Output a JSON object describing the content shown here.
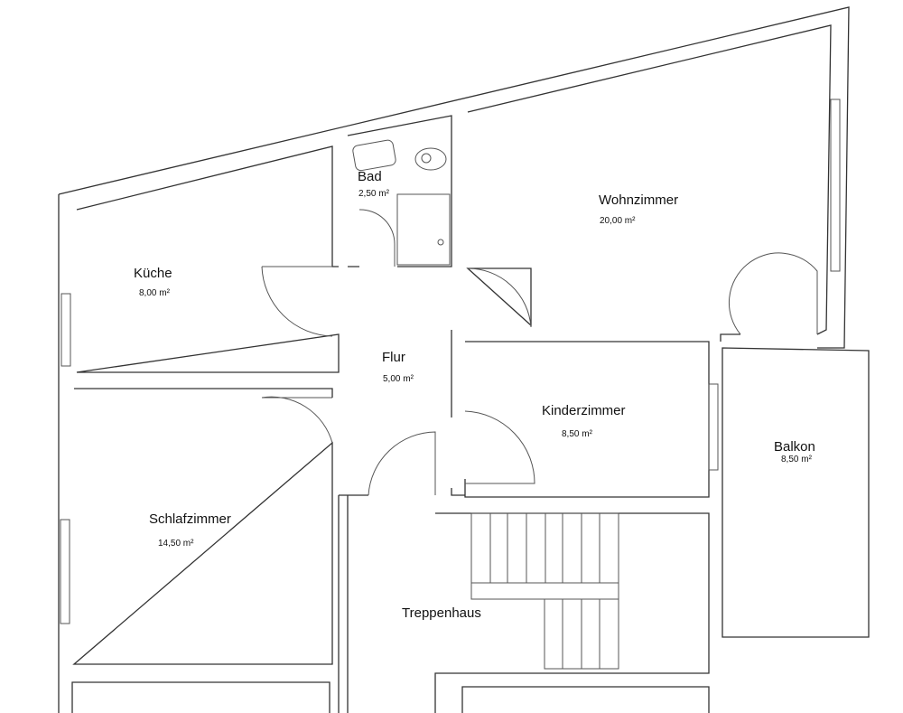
{
  "rooms": [
    {
      "name": "Bad",
      "area": "2,50 m²"
    },
    {
      "name": "Wohnzimmer",
      "area": "20,00 m²"
    },
    {
      "name": "Küche",
      "area": "8,00 m²"
    },
    {
      "name": "Flur",
      "area": "5,00 m²"
    },
    {
      "name": "Kinderzimmer",
      "area": "8,50 m²"
    },
    {
      "name": "Balkon",
      "area": "8,50 m²"
    },
    {
      "name": "Schlafzimmer",
      "area": "14,50 m²"
    },
    {
      "name": "Treppenhaus"
    }
  ]
}
